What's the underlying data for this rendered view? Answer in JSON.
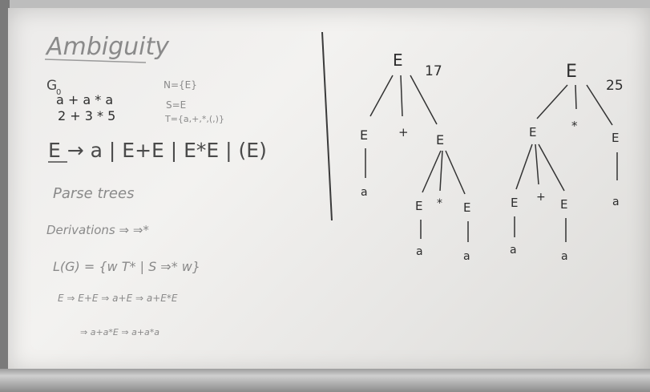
{
  "left_notes": {
    "title": "Ambiguity",
    "g_label": "G",
    "g_sub": "0",
    "line1": "a + a * a",
    "line2": "2 + 3 * 5",
    "n_set": "N={E}",
    "s_eq": "S=E",
    "t_set": "T={a,+,*,(,)}",
    "production": "E → a | E+E | E*E | (E)",
    "parse_trees": "Parse trees",
    "derivations": "Derivations ⇒ ⇒*",
    "language": "L(G) = {w T* | S ⇒* w}",
    "deriv1": "E ⇒ E+E ⇒ a+E ⇒ a+E*E",
    "deriv2": "⇒ a+a*E ⇒ a+a*a"
  },
  "tree_left": {
    "value": "17",
    "root": "E",
    "left": "E",
    "op": "+",
    "right": "E",
    "left_leaf": "a",
    "sub_left": "E",
    "sub_op": "*",
    "sub_right": "E",
    "sub_left_leaf": "a",
    "sub_right_leaf": "a"
  },
  "tree_right": {
    "value": "25",
    "root": "E",
    "left": "E",
    "op": "*",
    "right": "E",
    "right_leaf": "a",
    "sub_left": "E",
    "sub_op": "+",
    "sub_right": "E",
    "sub_left_leaf": "a",
    "sub_right_leaf": "a"
  }
}
